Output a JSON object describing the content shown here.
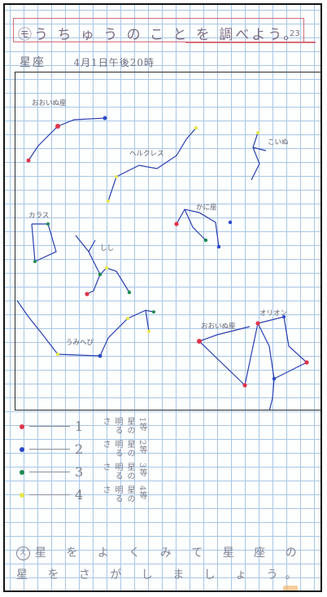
{
  "title": {
    "text": "㋲う ち ゅ う の こ と を 調べよう。",
    "page_number": "23"
  },
  "subtitle": {
    "topic": "星座",
    "date": "4月1日午後20時"
  },
  "constellations": [
    {
      "label": "おおいぬ座",
      "line_color": "#2a3fae"
    },
    {
      "label": "ヘルクレス",
      "line_color": "#2a3fae"
    },
    {
      "label": "こいぬ",
      "line_color": "#2a3fae"
    },
    {
      "label": "かに座",
      "line_color": "#2a3fae"
    },
    {
      "label": "しし",
      "line_color": "#2a3fae"
    },
    {
      "label": "カラス",
      "line_color": "#2a3fae"
    },
    {
      "label": "うみへび",
      "line_color": "#2a3fae"
    },
    {
      "label": "おおいぬ座",
      "line_color": "#2a3fae"
    },
    {
      "label": "オリオン",
      "line_color": "#2a3fae"
    }
  ],
  "legend": {
    "items": [
      {
        "number": "1",
        "label": "1等星の明るさ",
        "color": "#e0334a"
      },
      {
        "number": "2",
        "label": "2等星の明るさ",
        "color": "#2b48c9"
      },
      {
        "number": "3",
        "label": "3等星の明るさ",
        "color": "#1f8a52"
      },
      {
        "number": "4",
        "label": "4等星の明るさ",
        "color": "#e6e64a"
      }
    ]
  },
  "note": {
    "marker": "え",
    "text": "星 を よ く み て 星 座 の 星 を さ が し ま し ょ う。"
  }
}
